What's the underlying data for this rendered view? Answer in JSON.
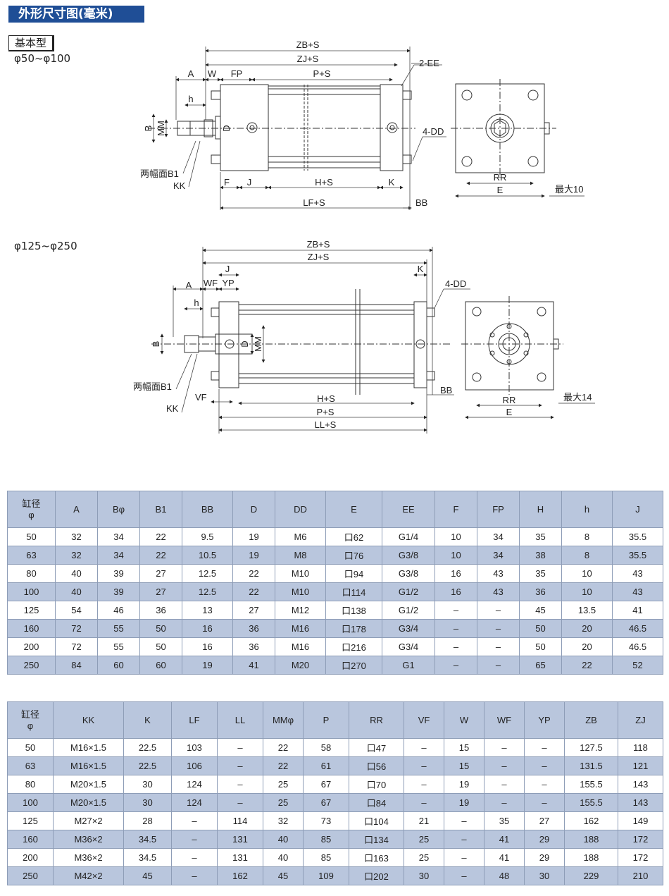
{
  "title": "外形尺寸图(毫米)",
  "badge": "基本型",
  "drawing1": {
    "range": "φ50~φ100",
    "labels": {
      "zbs": "ZB+S",
      "zjs": "ZJ+S",
      "a": "A",
      "w": "W",
      "fp": "FP",
      "ps": "P+S",
      "ee": "2-EE",
      "h": "h",
      "b": "B",
      "mm": "MM",
      "d": "D",
      "dd": "4-DD",
      "b1": "两幅面B1",
      "kk": "KK",
      "f": "F",
      "j": "J",
      "hs": "H+S",
      "k": "K",
      "lfs": "LF+S",
      "bb": "BB",
      "rr": "RR",
      "e": "E",
      "max": "最大10"
    }
  },
  "drawing2": {
    "range": "φ125~φ250",
    "labels": {
      "zbs": "ZB+S",
      "zjs": "ZJ+S",
      "j": "J",
      "k": "K",
      "a": "A",
      "wf": "WF",
      "yp": "YP",
      "dd": "4-DD",
      "h": "h",
      "b": "B",
      "d": "D",
      "mm": "MM",
      "b1": "两幅面B1",
      "kk": "KK",
      "vf": "VF",
      "hs": "H+S",
      "bb": "BB",
      "ps": "P+S",
      "lls": "LL+S",
      "rr": "RR",
      "e": "E",
      "max": "最大14"
    }
  },
  "table1": {
    "bore_label": [
      "缸径",
      "φ"
    ],
    "headers": [
      "A",
      "Bφ",
      "B1",
      "BB",
      "D",
      "DD",
      "E",
      "EE",
      "F",
      "FP",
      "H",
      "h",
      "J"
    ],
    "rows": [
      [
        "50",
        "32",
        "34",
        "22",
        "9.5",
        "19",
        "M6",
        "口62",
        "G1/4",
        "10",
        "34",
        "35",
        "8",
        "35.5"
      ],
      [
        "63",
        "32",
        "34",
        "22",
        "10.5",
        "19",
        "M8",
        "口76",
        "G3/8",
        "10",
        "34",
        "38",
        "8",
        "35.5"
      ],
      [
        "80",
        "40",
        "39",
        "27",
        "12.5",
        "22",
        "M10",
        "口94",
        "G3/8",
        "16",
        "43",
        "35",
        "10",
        "43"
      ],
      [
        "100",
        "40",
        "39",
        "27",
        "12.5",
        "22",
        "M10",
        "口114",
        "G1/2",
        "16",
        "43",
        "36",
        "10",
        "43"
      ],
      [
        "125",
        "54",
        "46",
        "36",
        "13",
        "27",
        "M12",
        "口138",
        "G1/2",
        "–",
        "–",
        "45",
        "13.5",
        "41"
      ],
      [
        "160",
        "72",
        "55",
        "50",
        "16",
        "36",
        "M16",
        "口178",
        "G3/4",
        "–",
        "–",
        "50",
        "20",
        "46.5"
      ],
      [
        "200",
        "72",
        "55",
        "50",
        "16",
        "36",
        "M16",
        "口216",
        "G3/4",
        "–",
        "–",
        "50",
        "20",
        "46.5"
      ],
      [
        "250",
        "84",
        "60",
        "60",
        "19",
        "41",
        "M20",
        "口270",
        "G1",
        "–",
        "–",
        "65",
        "22",
        "52"
      ]
    ]
  },
  "table2": {
    "bore_label": [
      "缸径",
      "φ"
    ],
    "headers": [
      "KK",
      "K",
      "LF",
      "LL",
      "MMφ",
      "P",
      "RR",
      "VF",
      "W",
      "WF",
      "YP",
      "ZB",
      "ZJ"
    ],
    "rows": [
      [
        "50",
        "M16×1.5",
        "22.5",
        "103",
        "–",
        "22",
        "58",
        "口47",
        "–",
        "15",
        "–",
        "–",
        "127.5",
        "118"
      ],
      [
        "63",
        "M16×1.5",
        "22.5",
        "106",
        "–",
        "22",
        "61",
        "口56",
        "–",
        "15",
        "–",
        "–",
        "131.5",
        "121"
      ],
      [
        "80",
        "M20×1.5",
        "30",
        "124",
        "–",
        "25",
        "67",
        "口70",
        "–",
        "19",
        "–",
        "–",
        "155.5",
        "143"
      ],
      [
        "100",
        "M20×1.5",
        "30",
        "124",
        "–",
        "25",
        "67",
        "口84",
        "–",
        "19",
        "–",
        "–",
        "155.5",
        "143"
      ],
      [
        "125",
        "M27×2",
        "28",
        "–",
        "114",
        "32",
        "73",
        "口104",
        "21",
        "–",
        "35",
        "27",
        "162",
        "149"
      ],
      [
        "160",
        "M36×2",
        "34.5",
        "–",
        "131",
        "40",
        "85",
        "口134",
        "25",
        "–",
        "41",
        "29",
        "188",
        "172"
      ],
      [
        "200",
        "M36×2",
        "34.5",
        "–",
        "131",
        "40",
        "85",
        "口163",
        "25",
        "–",
        "41",
        "29",
        "188",
        "172"
      ],
      [
        "250",
        "M42×2",
        "45",
        "–",
        "162",
        "45",
        "109",
        "口202",
        "30",
        "–",
        "48",
        "30",
        "229",
        "210"
      ]
    ]
  }
}
